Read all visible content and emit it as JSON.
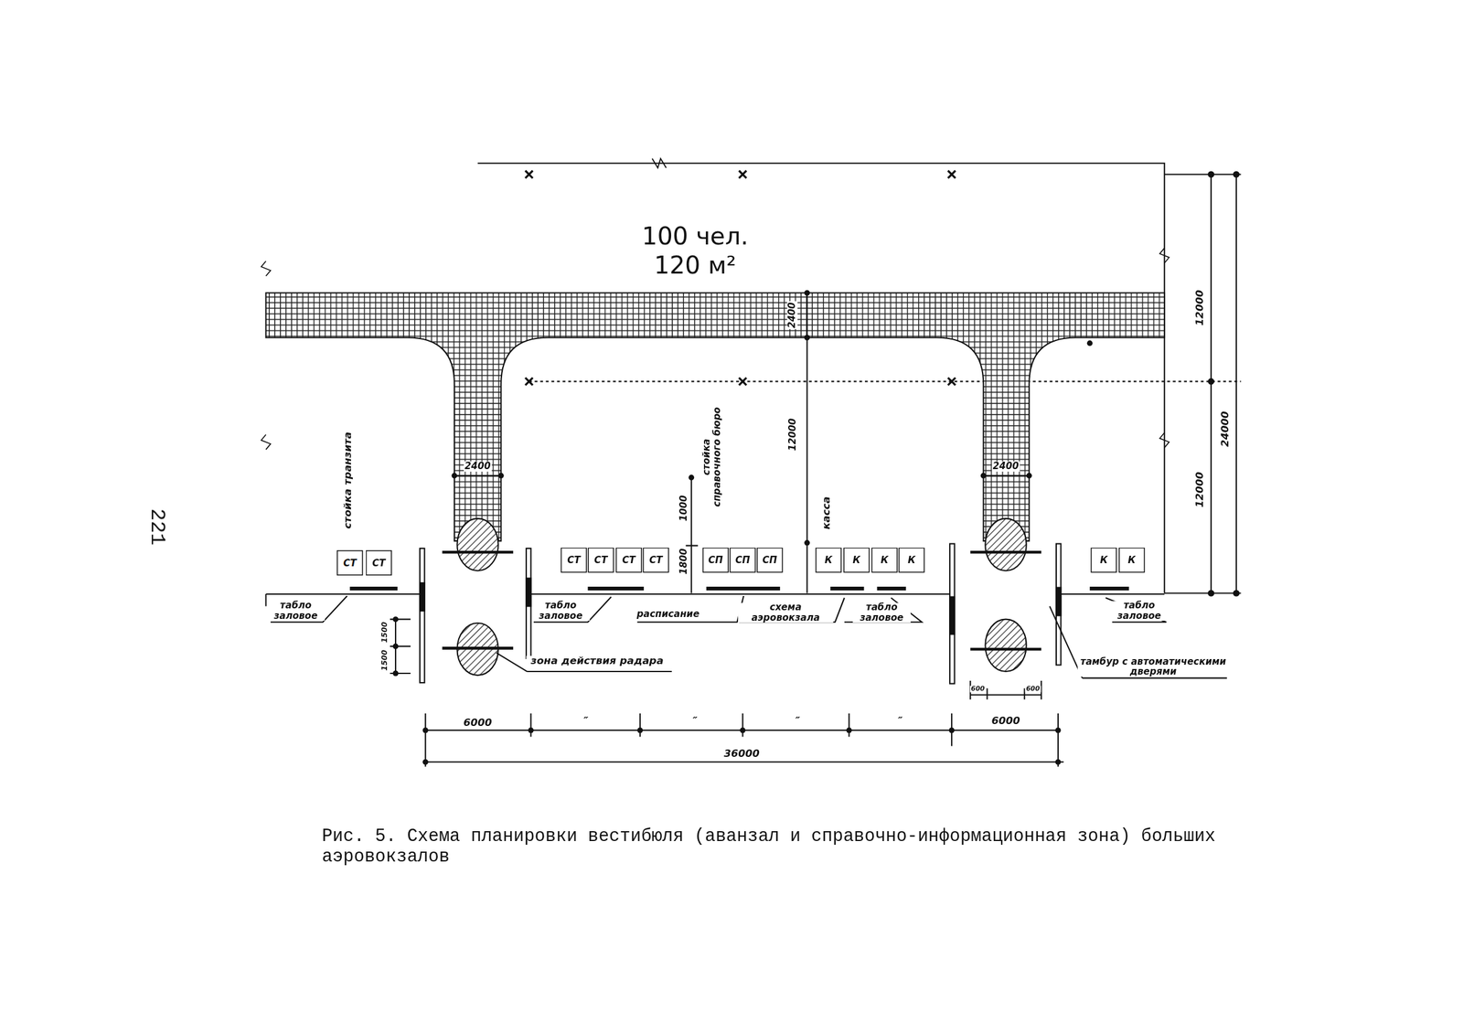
{
  "diagram": {
    "caption": "Рис. 5. Схема планировки вестибюля (аванзал и справочно-информационная зона) больших аэровокзалов",
    "nodes": [
      {
        "text": [
          "СТ"
        ]
      },
      {
        "text": [
          "СТ"
        ]
      },
      {
        "text": [
          "СТ"
        ]
      },
      {
        "text": [
          "СТ"
        ]
      },
      {
        "text": [
          "СТ"
        ]
      },
      {
        "text": [
          "СТ"
        ]
      },
      {
        "text": [
          "СП"
        ]
      },
      {
        "text": [
          "СП"
        ]
      },
      {
        "text": [
          "СП"
        ]
      },
      {
        "text": [
          "К"
        ]
      },
      {
        "text": [
          "К"
        ]
      },
      {
        "text": [
          "К"
        ]
      },
      {
        "text": [
          "К"
        ]
      },
      {
        "text": [
          "К"
        ]
      },
      {
        "text": [
          "К"
        ]
      }
    ],
    "labels": [
      "100 чел.",
      "120 м²",
      "2400",
      "12000",
      "12000",
      "24000",
      "12000",
      "2400",
      "2400",
      "стойка транзита",
      "стойка справочного бюро",
      "1000",
      "1800",
      "касса",
      "табло заловое",
      "табло заловое",
      "расписание",
      "схема аэровокзала",
      "табло заловое",
      "табло заловое",
      "зона действия радара",
      "тамбур с автоматическими дверями",
      "1500",
      "1500",
      "600",
      "600",
      "6000",
      "″",
      "″",
      "″",
      "″",
      "6000",
      "36000",
      "221"
    ]
  }
}
